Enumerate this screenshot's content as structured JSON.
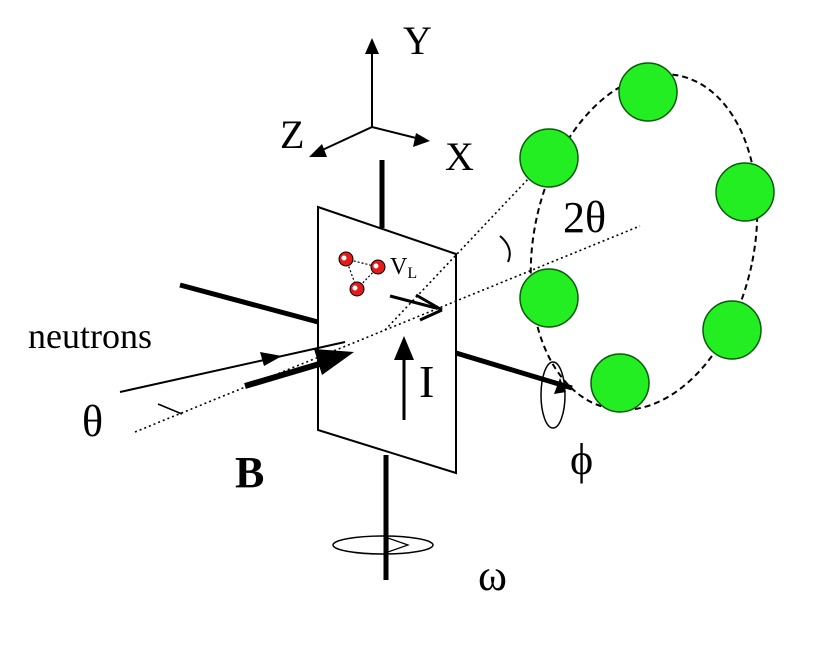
{
  "labels": {
    "axis_y": "Y",
    "axis_z": "Z",
    "axis_x": "X",
    "two_theta": "2θ",
    "velocity_v": "V",
    "velocity_sub": "L",
    "neutrons": "neutrons",
    "theta": "θ",
    "current": "I",
    "phi": "ϕ",
    "field": "B",
    "omega": "ω"
  },
  "colors": {
    "ink": "#000000",
    "detector_fill": "#22ee22",
    "detector_stroke": "#0a5a0a",
    "vortex_fill": "#e21b1b"
  }
}
